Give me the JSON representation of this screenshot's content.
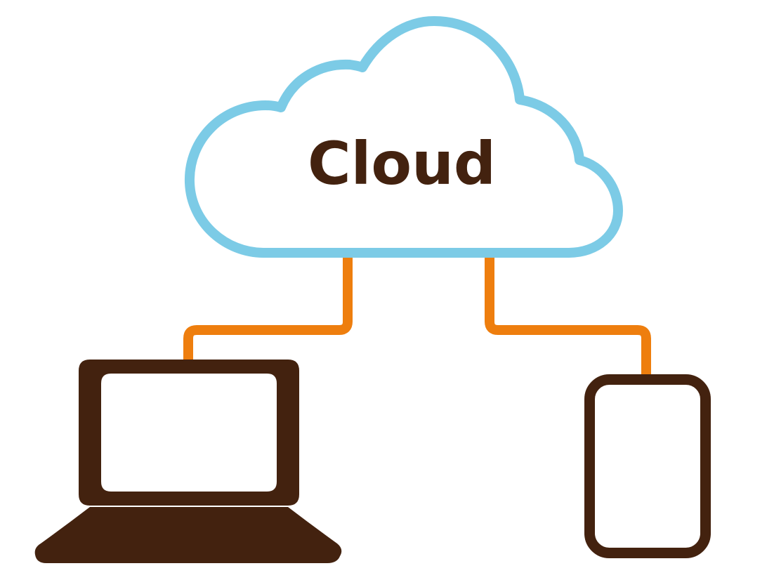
{
  "cloud": {
    "label": "Cloud",
    "icon": "cloud-icon"
  },
  "devices": [
    {
      "id": "laptop",
      "icon": "laptop-icon"
    },
    {
      "id": "tablet",
      "icon": "tablet-icon"
    }
  ],
  "colors": {
    "cloud_outline": "#7CCBE6",
    "connector": "#EE7E0E",
    "device": "#43220F",
    "background": "#FFFFFF"
  }
}
